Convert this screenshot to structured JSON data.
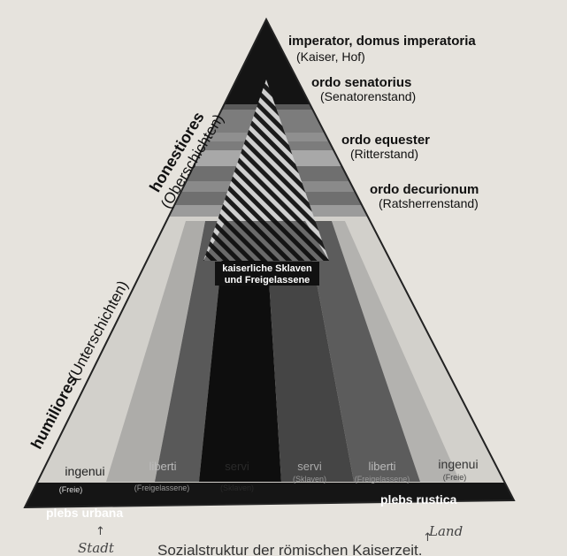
{
  "upper_group": {
    "title": "honestiores",
    "subtitle": "(Oberschichten)"
  },
  "lower_group": {
    "title": "humiliores",
    "subtitle": "(Unterschichten)"
  },
  "tiers": [
    {
      "latin": "imperator, domus imperatoria",
      "german": "(Kaiser, Hof)"
    },
    {
      "latin": "ordo senatorius",
      "german": "(Senatorenstand)"
    },
    {
      "latin": "ordo equester",
      "german": "(Ritterstand)"
    },
    {
      "latin": "ordo decurionum",
      "german": "(Ratsherrenstand)"
    }
  ],
  "center_box": {
    "line1": "kaiserliche Sklaven",
    "line2": "und Freigelassene"
  },
  "columns": [
    {
      "main": "ingenui",
      "sub": "(Freie)"
    },
    {
      "main": "liberti",
      "sub": "(Freigelassene)"
    },
    {
      "main": "servi",
      "sub": "(Sklaven)"
    },
    {
      "main": "servi",
      "sub": "(Sklaven)"
    },
    {
      "main": "liberti",
      "sub": "(Freigelassene)"
    },
    {
      "main": "ingenui",
      "sub": "(Freie)"
    }
  ],
  "base": {
    "left": "plebs urbana",
    "right": "plebs rustica"
  },
  "handwritten": {
    "left": "Stadt",
    "right": "Land"
  },
  "caption": "Sozialstruktur der römischen Kaiserzeit.",
  "colors": {
    "paper": "#e6e3dd",
    "apex": "#141414",
    "tier_fill": "#777777",
    "base_bar": "#151515",
    "dark_column": "#0e0e0e"
  }
}
